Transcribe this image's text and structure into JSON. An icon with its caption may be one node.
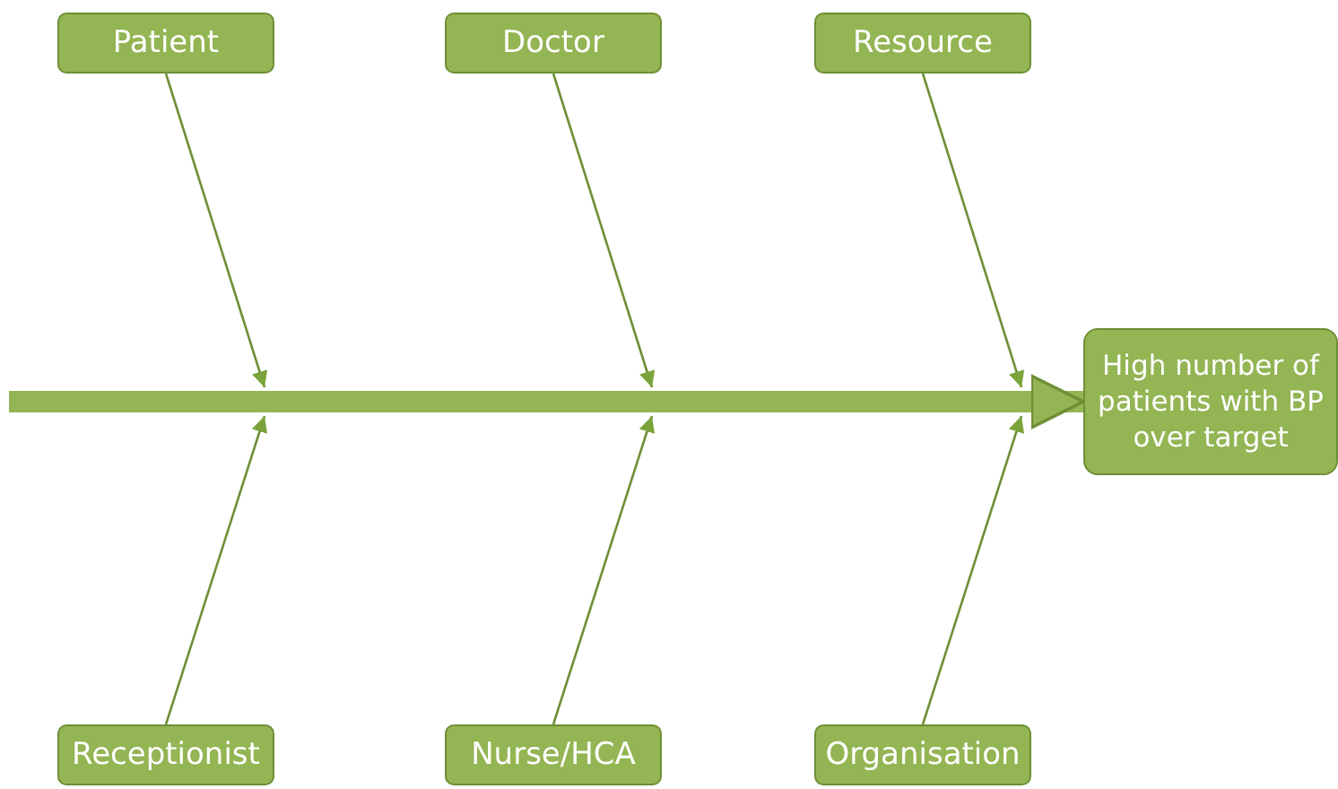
{
  "diagram": {
    "nodes": [
      {
        "text": [
          "Patient"
        ]
      },
      {
        "text": [
          "Doctor"
        ]
      },
      {
        "text": [
          "Resource"
        ]
      },
      {
        "text": [
          "High number of patients with BP over target"
        ]
      },
      {
        "text": [
          "Receptionist"
        ]
      },
      {
        "text": [
          "Nurse/HCA"
        ]
      },
      {
        "text": [
          "Organisation"
        ]
      }
    ],
    "edges": [
      {
        "from": null,
        "to": 3,
        "arrow": "to",
        "style": "thick"
      },
      {
        "from": 0,
        "to": null,
        "arrow": "to"
      },
      {
        "from": 1,
        "to": null,
        "arrow": "to"
      },
      {
        "from": 2,
        "to": null,
        "arrow": "to"
      },
      {
        "from": 4,
        "to": null,
        "arrow": "to"
      },
      {
        "from": 5,
        "to": null,
        "arrow": "to"
      },
      {
        "from": 6,
        "to": null,
        "arrow": "to"
      }
    ]
  }
}
